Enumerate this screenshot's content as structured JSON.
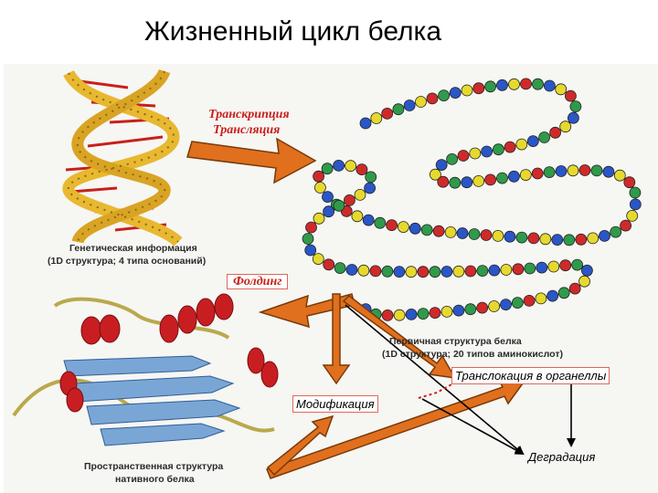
{
  "title": "Жизненный цикл белка",
  "labels": {
    "transcription": "Транскрипция",
    "translation": "Трансляция",
    "genetic_info_line1": "Генетическая информация",
    "genetic_info_line2": "(1D структура; 4 типа оснований)",
    "folding": "Фолдинг",
    "primary_line1": "Первичная структура белка",
    "primary_line2": "(1D структура; 20 типов аминокислот)",
    "translocation": "Транслокация в органеллы",
    "modification": "Модификация",
    "degradation": "Деградация",
    "native_line1": "Пространственная структура",
    "native_line2": "нативного белка"
  },
  "colors": {
    "title": "#000000",
    "red_caption": "#c8201a",
    "arrow_orange": "#e0701e",
    "arrow_red": "#c8201a",
    "dna_gold": "#e8b830",
    "helix_red": "#c81e22",
    "sheet_blue": "#7aa6d6",
    "coil_olive": "#b9a94b",
    "bead_colors": [
      "#2a56c6",
      "#e6d92e",
      "#cf2a2a",
      "#2f9a4a"
    ]
  },
  "icons": [
    "dna-helix-icon",
    "amino-acid-chain-icon",
    "native-protein-ribbon-icon"
  ]
}
